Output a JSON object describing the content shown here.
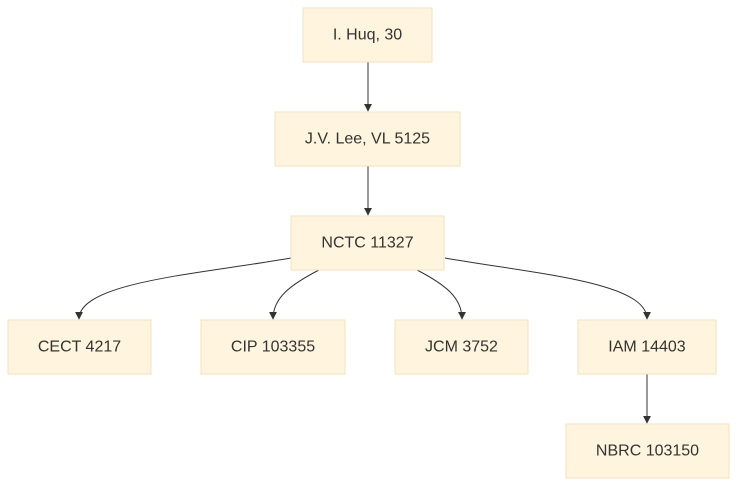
{
  "diagram": {
    "type": "flowchart",
    "direction": "top-down",
    "nodes": [
      {
        "id": "n1",
        "label": "I. Huq, 30"
      },
      {
        "id": "n2",
        "label": "J.V. Lee, VL 5125"
      },
      {
        "id": "n3",
        "label": "NCTC 11327"
      },
      {
        "id": "n4",
        "label": "CECT 4217"
      },
      {
        "id": "n5",
        "label": "CIP 103355"
      },
      {
        "id": "n6",
        "label": "JCM 3752"
      },
      {
        "id": "n7",
        "label": "IAM 14403"
      },
      {
        "id": "n8",
        "label": "NBRC 103150"
      }
    ],
    "edges": [
      {
        "from": "n1",
        "to": "n2"
      },
      {
        "from": "n2",
        "to": "n3"
      },
      {
        "from": "n3",
        "to": "n4"
      },
      {
        "from": "n3",
        "to": "n5"
      },
      {
        "from": "n3",
        "to": "n6"
      },
      {
        "from": "n3",
        "to": "n7"
      },
      {
        "from": "n7",
        "to": "n8"
      }
    ]
  }
}
